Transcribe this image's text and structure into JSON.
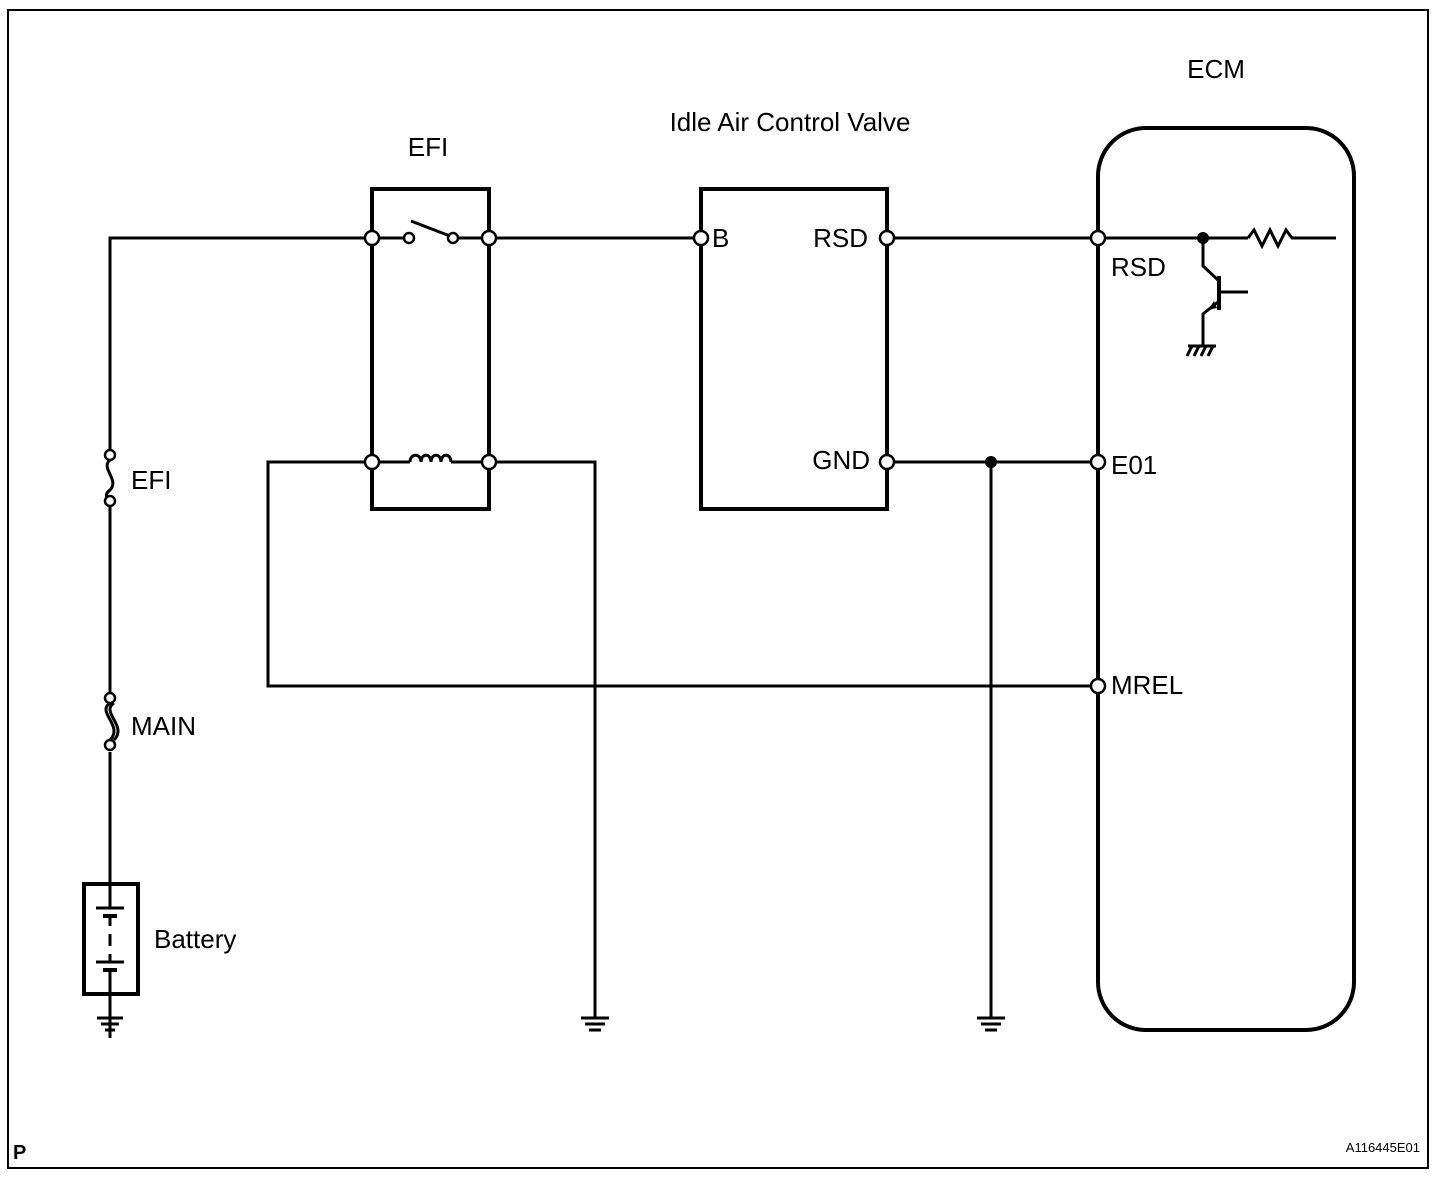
{
  "diagram": {
    "components": {
      "efi_relay": "EFI",
      "iacv": "Idle Air Control Valve",
      "ecm": "ECM",
      "efi_fuse": "EFI",
      "main_fuse": "MAIN",
      "battery": "Battery"
    },
    "pins": {
      "iacv_b": "B",
      "iacv_rsd": "RSD",
      "iacv_gnd": "GND",
      "ecm_rsd": "RSD",
      "ecm_e01": "E01",
      "ecm_mrel": "MREL"
    },
    "corner_mark": "P",
    "figure_code": "A116445E01"
  }
}
